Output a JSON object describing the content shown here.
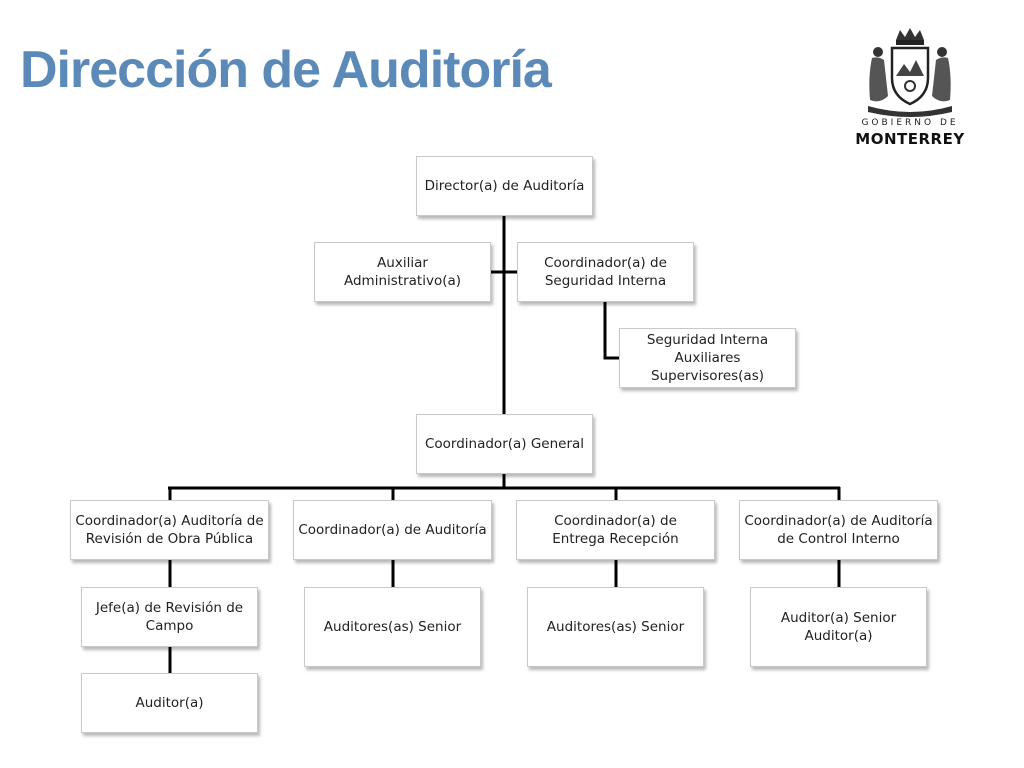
{
  "slide": {
    "title": "Dirección de Auditoría"
  },
  "logo": {
    "line1": "GOBIERNO DE",
    "line2": "MONTERREY",
    "icon": "monterrey-coat-of-arms"
  },
  "org_chart": {
    "director": "Director(a) de Auditoría",
    "auxiliar": "Auxiliar Administrativo(a)",
    "coord_seguridad": "Coordinador(a) de Seguridad Interna",
    "seguridad_staff": "Seguridad Interna Auxiliares Supervisores(as)",
    "coord_general": "Coordinador(a) General",
    "coord_obra": "Coordinador(a) Auditoría de Revisión de Obra Pública",
    "coord_auditoria": "Coordinador(a) de Auditoría",
    "coord_entrega": "Coordinador(a) de Entrega Recepción",
    "coord_control": "Coordinador(a) de Auditoría de Control Interno",
    "jefe_campo": "Jefe(a) de Revisión de Campo",
    "auditor_obra": "Auditor(a)",
    "auditores_senior_1": "Auditores(as) Senior",
    "auditores_senior_2": "Auditores(as) Senior",
    "auditor_control": "Auditor(a) Senior Auditor(a)",
    "connector_color": "#000000"
  }
}
